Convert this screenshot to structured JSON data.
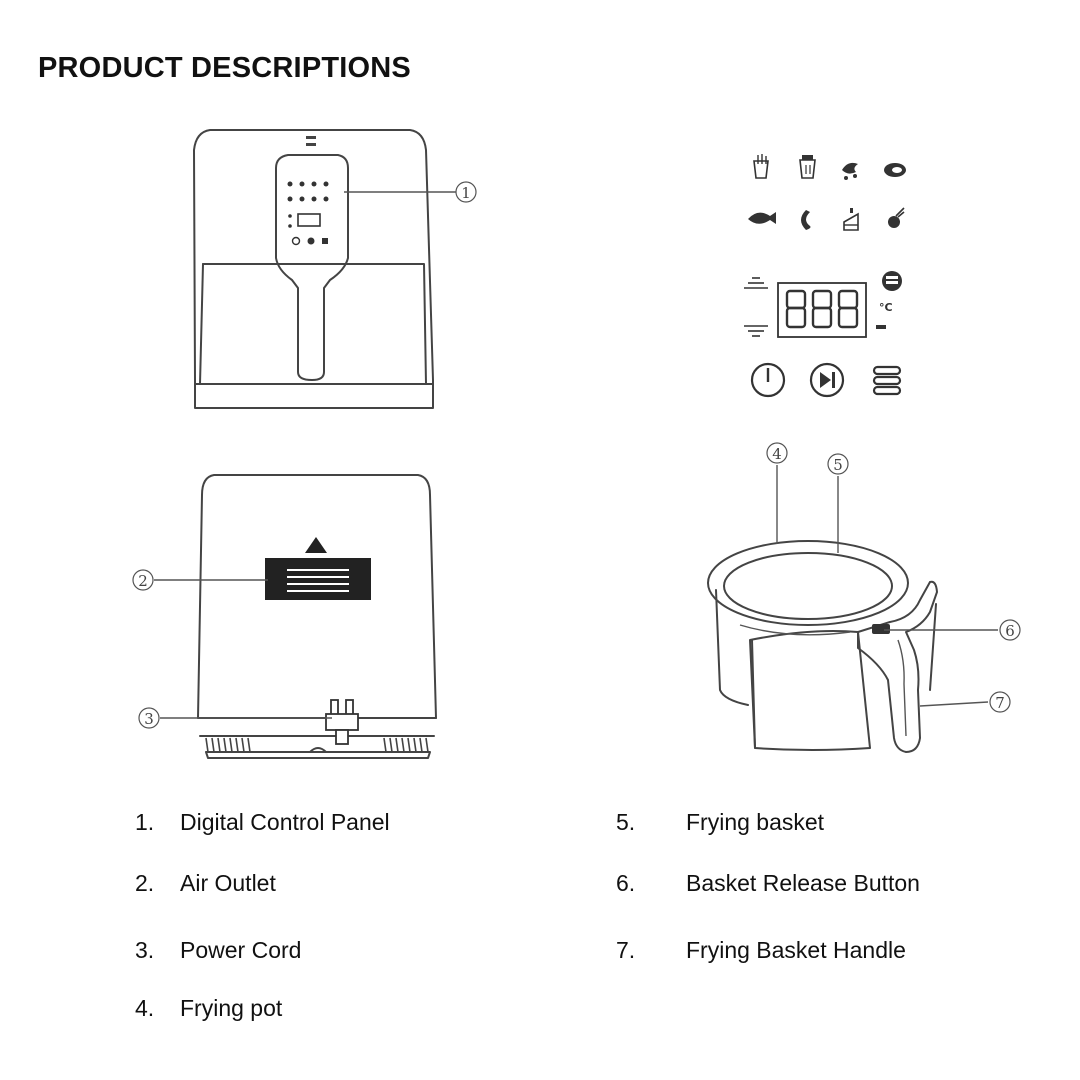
{
  "title": "PRODUCT DESCRIPTIONS",
  "callouts": {
    "c1": "1",
    "c2": "2",
    "c3": "3",
    "c4": "4",
    "c5": "5",
    "c6": "6",
    "c7": "7"
  },
  "display": {
    "digits": "888",
    "unit": "°C"
  },
  "legend": [
    {
      "num": "1.",
      "label": "Digital Control Panel"
    },
    {
      "num": "2.",
      "label": "Air Outlet"
    },
    {
      "num": "3.",
      "label": "Power Cord"
    },
    {
      "num": "4.",
      "label": "Frying pot"
    },
    {
      "num": "5.",
      "label": "Frying basket"
    },
    {
      "num": "6.",
      "label": "Basket Release Button"
    },
    {
      "num": "7.",
      "label": "Frying Basket Handle"
    }
  ],
  "icons": [
    "fries-icon",
    "drumstick-icon",
    "shrimp-icon",
    "steak-icon",
    "fish-icon",
    "chicken-leg-icon",
    "cake-icon",
    "vegetable-icon",
    "temp-up-icon",
    "temp-down-icon",
    "power-icon",
    "play-pause-icon",
    "menu-icon",
    "fan-icon"
  ]
}
